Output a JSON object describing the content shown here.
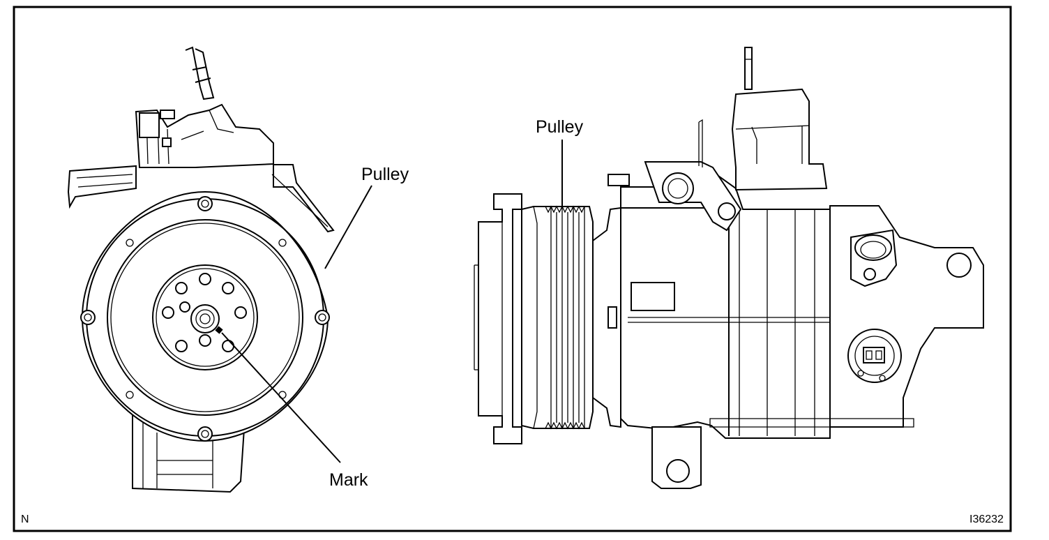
{
  "labels": {
    "pulley_left": "Pulley",
    "pulley_right": "Pulley",
    "mark": "Mark",
    "corner_code": "N",
    "figure_id": "I36232"
  }
}
